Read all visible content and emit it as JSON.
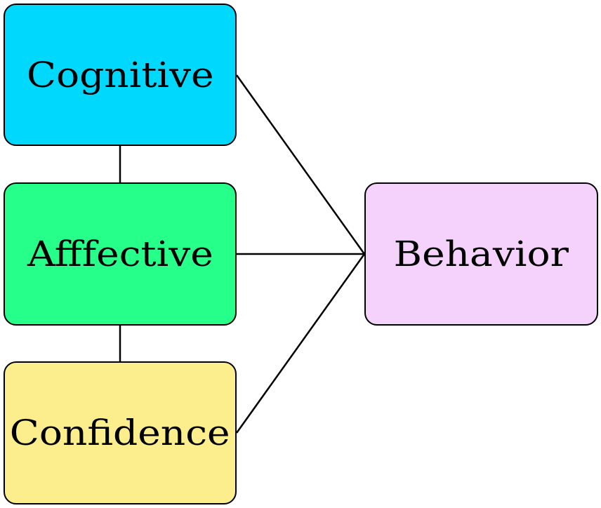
{
  "diagram": {
    "nodes": [
      {
        "id": "cognitive",
        "label": "Cognitive",
        "color": "#00d8fe"
      },
      {
        "id": "affective",
        "label": "Afffective",
        "color": "#27ff8b"
      },
      {
        "id": "confidence",
        "label": "Confidence",
        "color": "#fcee8c"
      },
      {
        "id": "behavior",
        "label": "Behavior",
        "color": "#f4d2fb"
      }
    ],
    "edges": [
      {
        "from": "cognitive",
        "to": "affective"
      },
      {
        "from": "affective",
        "to": "confidence"
      },
      {
        "from": "cognitive",
        "to": "behavior"
      },
      {
        "from": "affective",
        "to": "behavior"
      },
      {
        "from": "confidence",
        "to": "behavior"
      }
    ],
    "line_color": "#000000"
  }
}
